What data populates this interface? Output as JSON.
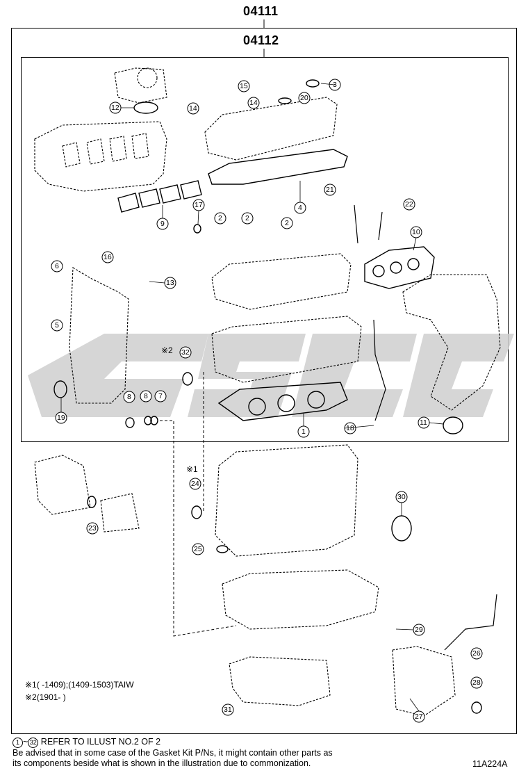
{
  "header": {
    "kit_outer": "04111",
    "kit_inner": "04112"
  },
  "callouts": [
    "1",
    "2",
    "2",
    "2",
    "3",
    "4",
    "5",
    "6",
    "7",
    "8",
    "8",
    "9",
    "10",
    "11",
    "12",
    "13",
    "14",
    "14",
    "15",
    "16",
    "17",
    "18",
    "19",
    "20",
    "21",
    "22",
    "23",
    "24",
    "25",
    "26",
    "27",
    "28",
    "29",
    "30",
    "31",
    "32"
  ],
  "notes": {
    "n1_mark": "※1",
    "n1_text": "(      -1409);(1409-1503)TAIW",
    "n2_mark": "※2",
    "n2_text": "(1901-      )",
    "ref1": "※1",
    "ref2": "※2"
  },
  "footer": {
    "range_start": "1",
    "range_sep": "~",
    "range_end": "32",
    "refer_text": "REFER TO ILLUST NO.2 OF 2",
    "advice_line1": "Be advised that in some case of the Gasket Kit P/Ns,  it might contain other parts as",
    "advice_line2": "its components beside what is shown in the illustration due to commonization.",
    "illustration_code": "11A224A"
  },
  "colors": {
    "line": "#000000",
    "watermark": "#d0d0d0"
  }
}
